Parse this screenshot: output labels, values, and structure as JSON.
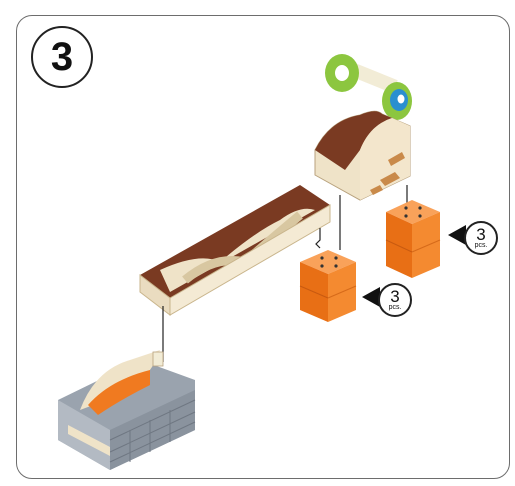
{
  "step": {
    "number": "3"
  },
  "callouts": [
    {
      "quantity": "3",
      "unit": "pcs."
    },
    {
      "quantity": "3",
      "unit": "pcs."
    }
  ],
  "colors": {
    "frame": "#6d6d6d",
    "block_orange": "#f07a20",
    "wood_light": "#efe3c8",
    "wood_dark": "#7a3a22",
    "wheel_green": "#8cc63f",
    "wheel_blue": "#2a8fd0",
    "wall_grey": "#8e97a3"
  },
  "icons": [
    "step-number-badge",
    "quantity-callout-arrow"
  ]
}
